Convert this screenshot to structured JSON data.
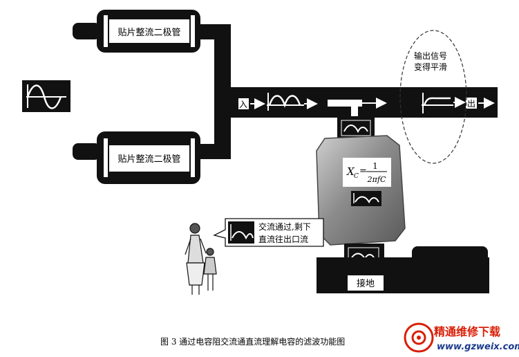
{
  "diodes": [
    {
      "label": "贴片整流二极管"
    },
    {
      "label": "贴片整流二极管"
    }
  ],
  "input_label": "入",
  "output_label": "出",
  "output_note": [
    "输出信号",
    "变得平滑"
  ],
  "capacitor_formula": {
    "lhs": "X",
    "sub": "C",
    "numerator": "1",
    "denominator": "2πfC"
  },
  "speech_bubble": [
    "交流通过,剩下",
    "直流往出口流"
  ],
  "ground_label": "接地",
  "caption": "图 3  通过电容阻交流通直流理解电容的滤波功能图",
  "watermark": {
    "name": "精通维修下载",
    "url": "www.gzweix.com"
  },
  "colors": {
    "pipe": "#111111",
    "watermark_red": "#d81e06",
    "watermark_blue": "#1b3a8c"
  }
}
